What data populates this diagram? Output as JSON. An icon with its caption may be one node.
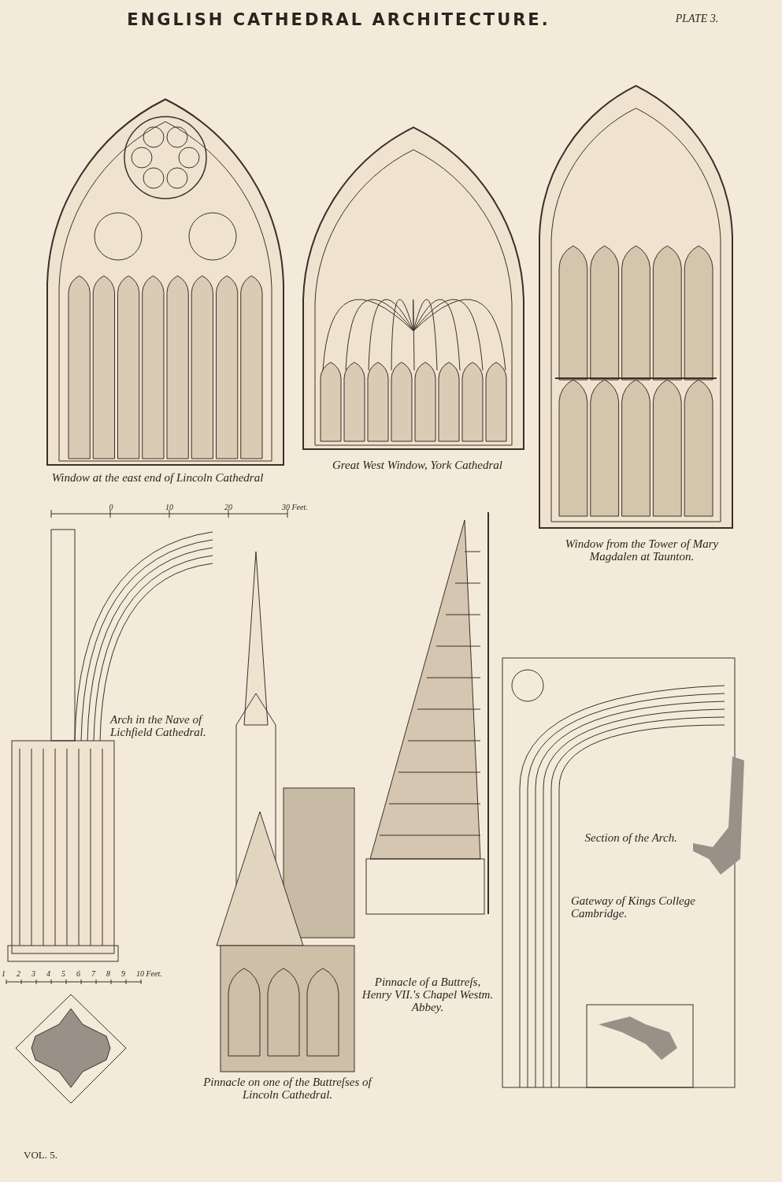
{
  "diagram": {
    "title": "ENGLISH CATHEDRAL ARCHITECTURE.",
    "labels": [
      "PLATE 3.",
      "Window at the east end of Lincoln Cathedral",
      "Great West Window, York Cathedral",
      "0",
      "10",
      "20",
      "30 Feet.",
      "Window from the Tower of Mary Magdalen at Taunton.",
      "Arch in the Nave of Lichfield Cathedral.",
      "Section of the Arch.",
      "Gateway of Kings College Cambridge.",
      "1",
      "2",
      "3",
      "4",
      "5",
      "6",
      "7",
      "8",
      "9",
      "10 Feet.",
      "Pinnacle of a Buttreſs, Henry VII.'s Chapel Westm. Abbey.",
      "Pinnacle on one of the Buttreſses of Lincoln Cathedral.",
      "VOL. 5."
    ]
  }
}
